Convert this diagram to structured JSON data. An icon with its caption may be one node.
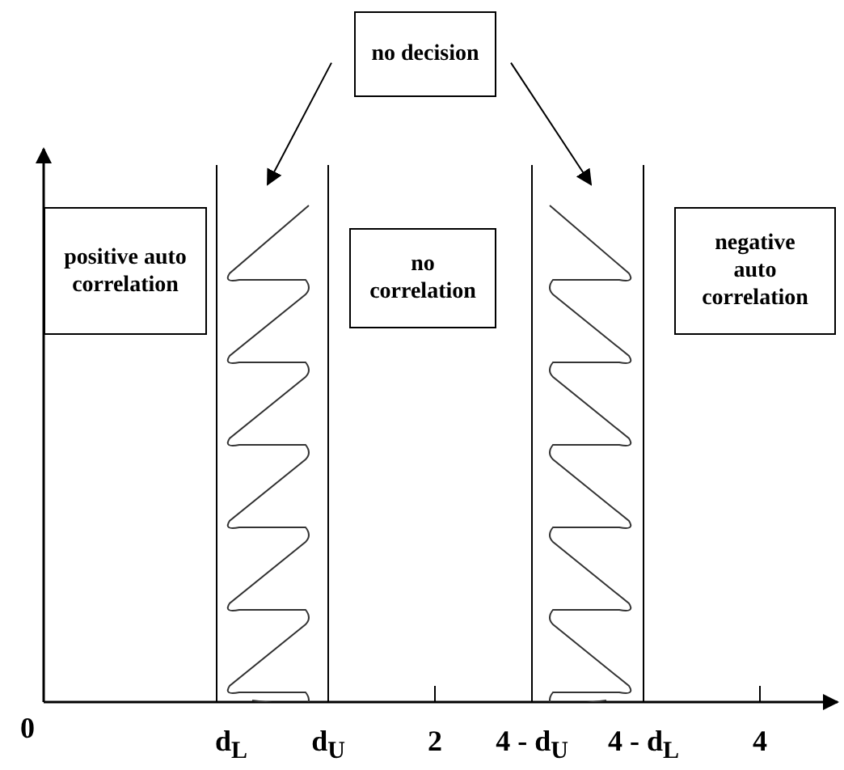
{
  "diagram": {
    "nodes": [
      {
        "text": [
          "positive auto correlation"
        ]
      },
      {
        "text": [
          "no decision"
        ]
      },
      {
        "text": [
          "no correlation"
        ]
      },
      {
        "text": [
          "negative auto correlation"
        ]
      },
      {
        "text": [],
        "shape": "picture"
      },
      {
        "text": [],
        "shape": "picture"
      }
    ],
    "edges": [
      {
        "from": 1,
        "to": 4,
        "arrow": "to"
      },
      {
        "from": 1,
        "to": 5,
        "arrow": "to"
      }
    ],
    "labels": [
      "0",
      "d$_{L}$",
      "d$_{U}$",
      "2",
      "4 - d$_{U}$",
      "4 - d$_{L}$",
      "4"
    ]
  }
}
